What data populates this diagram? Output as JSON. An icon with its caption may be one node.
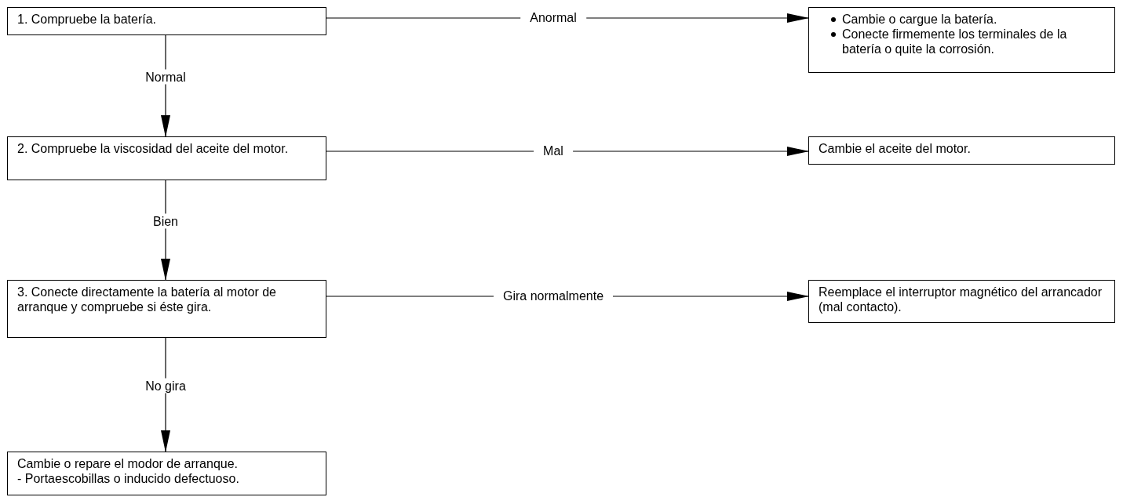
{
  "diagram": {
    "nodes": [
      {
        "text": [
          "1. Compruebe la batería."
        ]
      },
      {
        "text": [
          "Cambie o cargue la batería.",
          "Conecte firmemente los terminales de la batería o quite la corrosión."
        ]
      },
      {
        "text": [
          "2. Compruebe la viscosidad del aceite del motor."
        ]
      },
      {
        "text": [
          "Cambie el aceite del motor."
        ]
      },
      {
        "text": [
          "3. Conecte directamente la batería al motor de arranque y compruebe si éste gira."
        ]
      },
      {
        "text": [
          "Reemplace el interruptor magnético del arrancador (mal contacto)."
        ]
      },
      {
        "text": [
          "Cambie o repare el modor de arranque.",
          "- Portaescobillas o inducido defectuoso."
        ]
      }
    ],
    "edges": [
      {
        "from": 0,
        "to": 1,
        "arrow": "to",
        "label": "Anormal"
      },
      {
        "from": 0,
        "to": 2,
        "arrow": "to",
        "label": "Normal"
      },
      {
        "from": 2,
        "to": 3,
        "arrow": "to",
        "label": "Mal"
      },
      {
        "from": 2,
        "to": 4,
        "arrow": "to",
        "label": "Bien"
      },
      {
        "from": 4,
        "to": 5,
        "arrow": "to",
        "label": "Gira normalmente"
      },
      {
        "from": 4,
        "to": 6,
        "arrow": "to",
        "label": "No gira"
      }
    ]
  }
}
